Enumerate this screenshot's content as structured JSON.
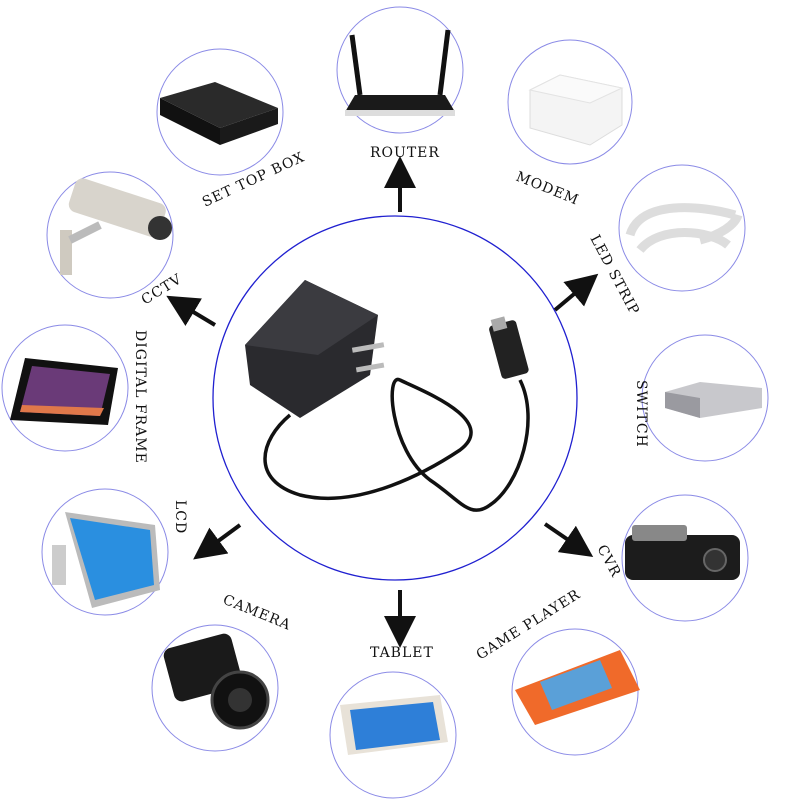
{
  "center": {
    "device": "power-adapter",
    "ring_color": "#2020d0"
  },
  "devices": [
    {
      "label": "ROUTER"
    },
    {
      "label": "MODEM"
    },
    {
      "label": "LED STRIP"
    },
    {
      "label": "SWITCH"
    },
    {
      "label": "CVR"
    },
    {
      "label": "GAME PLAYER"
    },
    {
      "label": "TABLET"
    },
    {
      "label": "CAMERA"
    },
    {
      "label": "LCD"
    },
    {
      "label": "DIGITAL FRAME"
    },
    {
      "label": "CCTV"
    },
    {
      "label": "SET TOP BOX"
    }
  ],
  "colors": {
    "ring": "#8a8ae6",
    "arrow": "#111111"
  }
}
